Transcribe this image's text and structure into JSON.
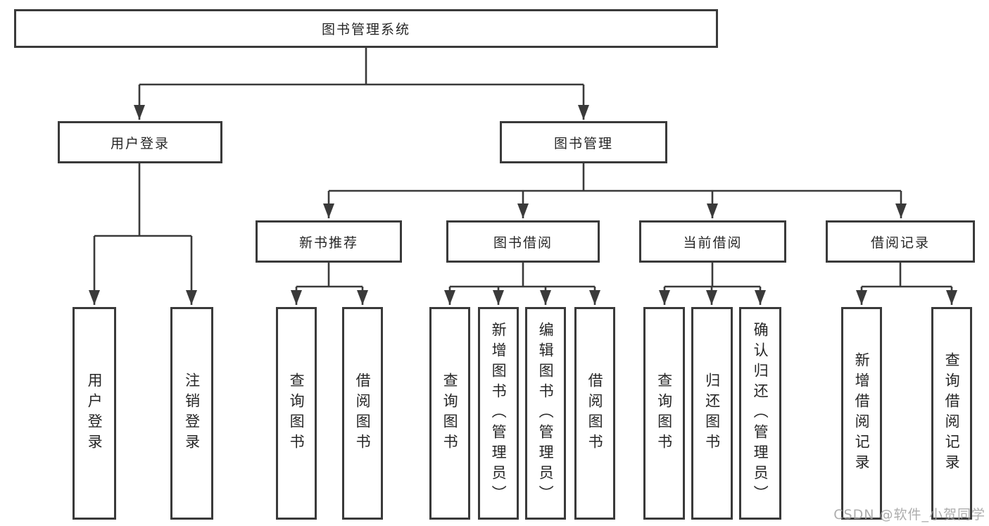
{
  "tree": {
    "label": "图书管理系统",
    "children": [
      {
        "label": "用户登录",
        "children": [
          {
            "label": "用户登录"
          },
          {
            "label": "注销登录"
          }
        ]
      },
      {
        "label": "图书管理",
        "children": [
          {
            "label": "新书推荐",
            "children": [
              {
                "label": "查询图书"
              },
              {
                "label": "借阅图书"
              }
            ]
          },
          {
            "label": "图书借阅",
            "children": [
              {
                "label": "查询图书"
              },
              {
                "label": "新增图书（管理员）"
              },
              {
                "label": "编辑图书（管理员）"
              },
              {
                "label": "借阅图书"
              }
            ]
          },
          {
            "label": "当前借阅",
            "children": [
              {
                "label": "查询图书"
              },
              {
                "label": "归还图书"
              },
              {
                "label": "确认归还（管理员）"
              }
            ]
          },
          {
            "label": "借阅记录",
            "children": [
              {
                "label": "新增借阅记录"
              },
              {
                "label": "查询借阅记录"
              }
            ]
          }
        ]
      }
    ]
  },
  "watermark": {
    "text": "CSDN @软件_小贺同学"
  },
  "colors": {
    "line": "#3a3a3a",
    "box_border": "#3a3a3a",
    "text": "#262626",
    "background": "#ffffff",
    "watermark": "#a2a2a2"
  }
}
